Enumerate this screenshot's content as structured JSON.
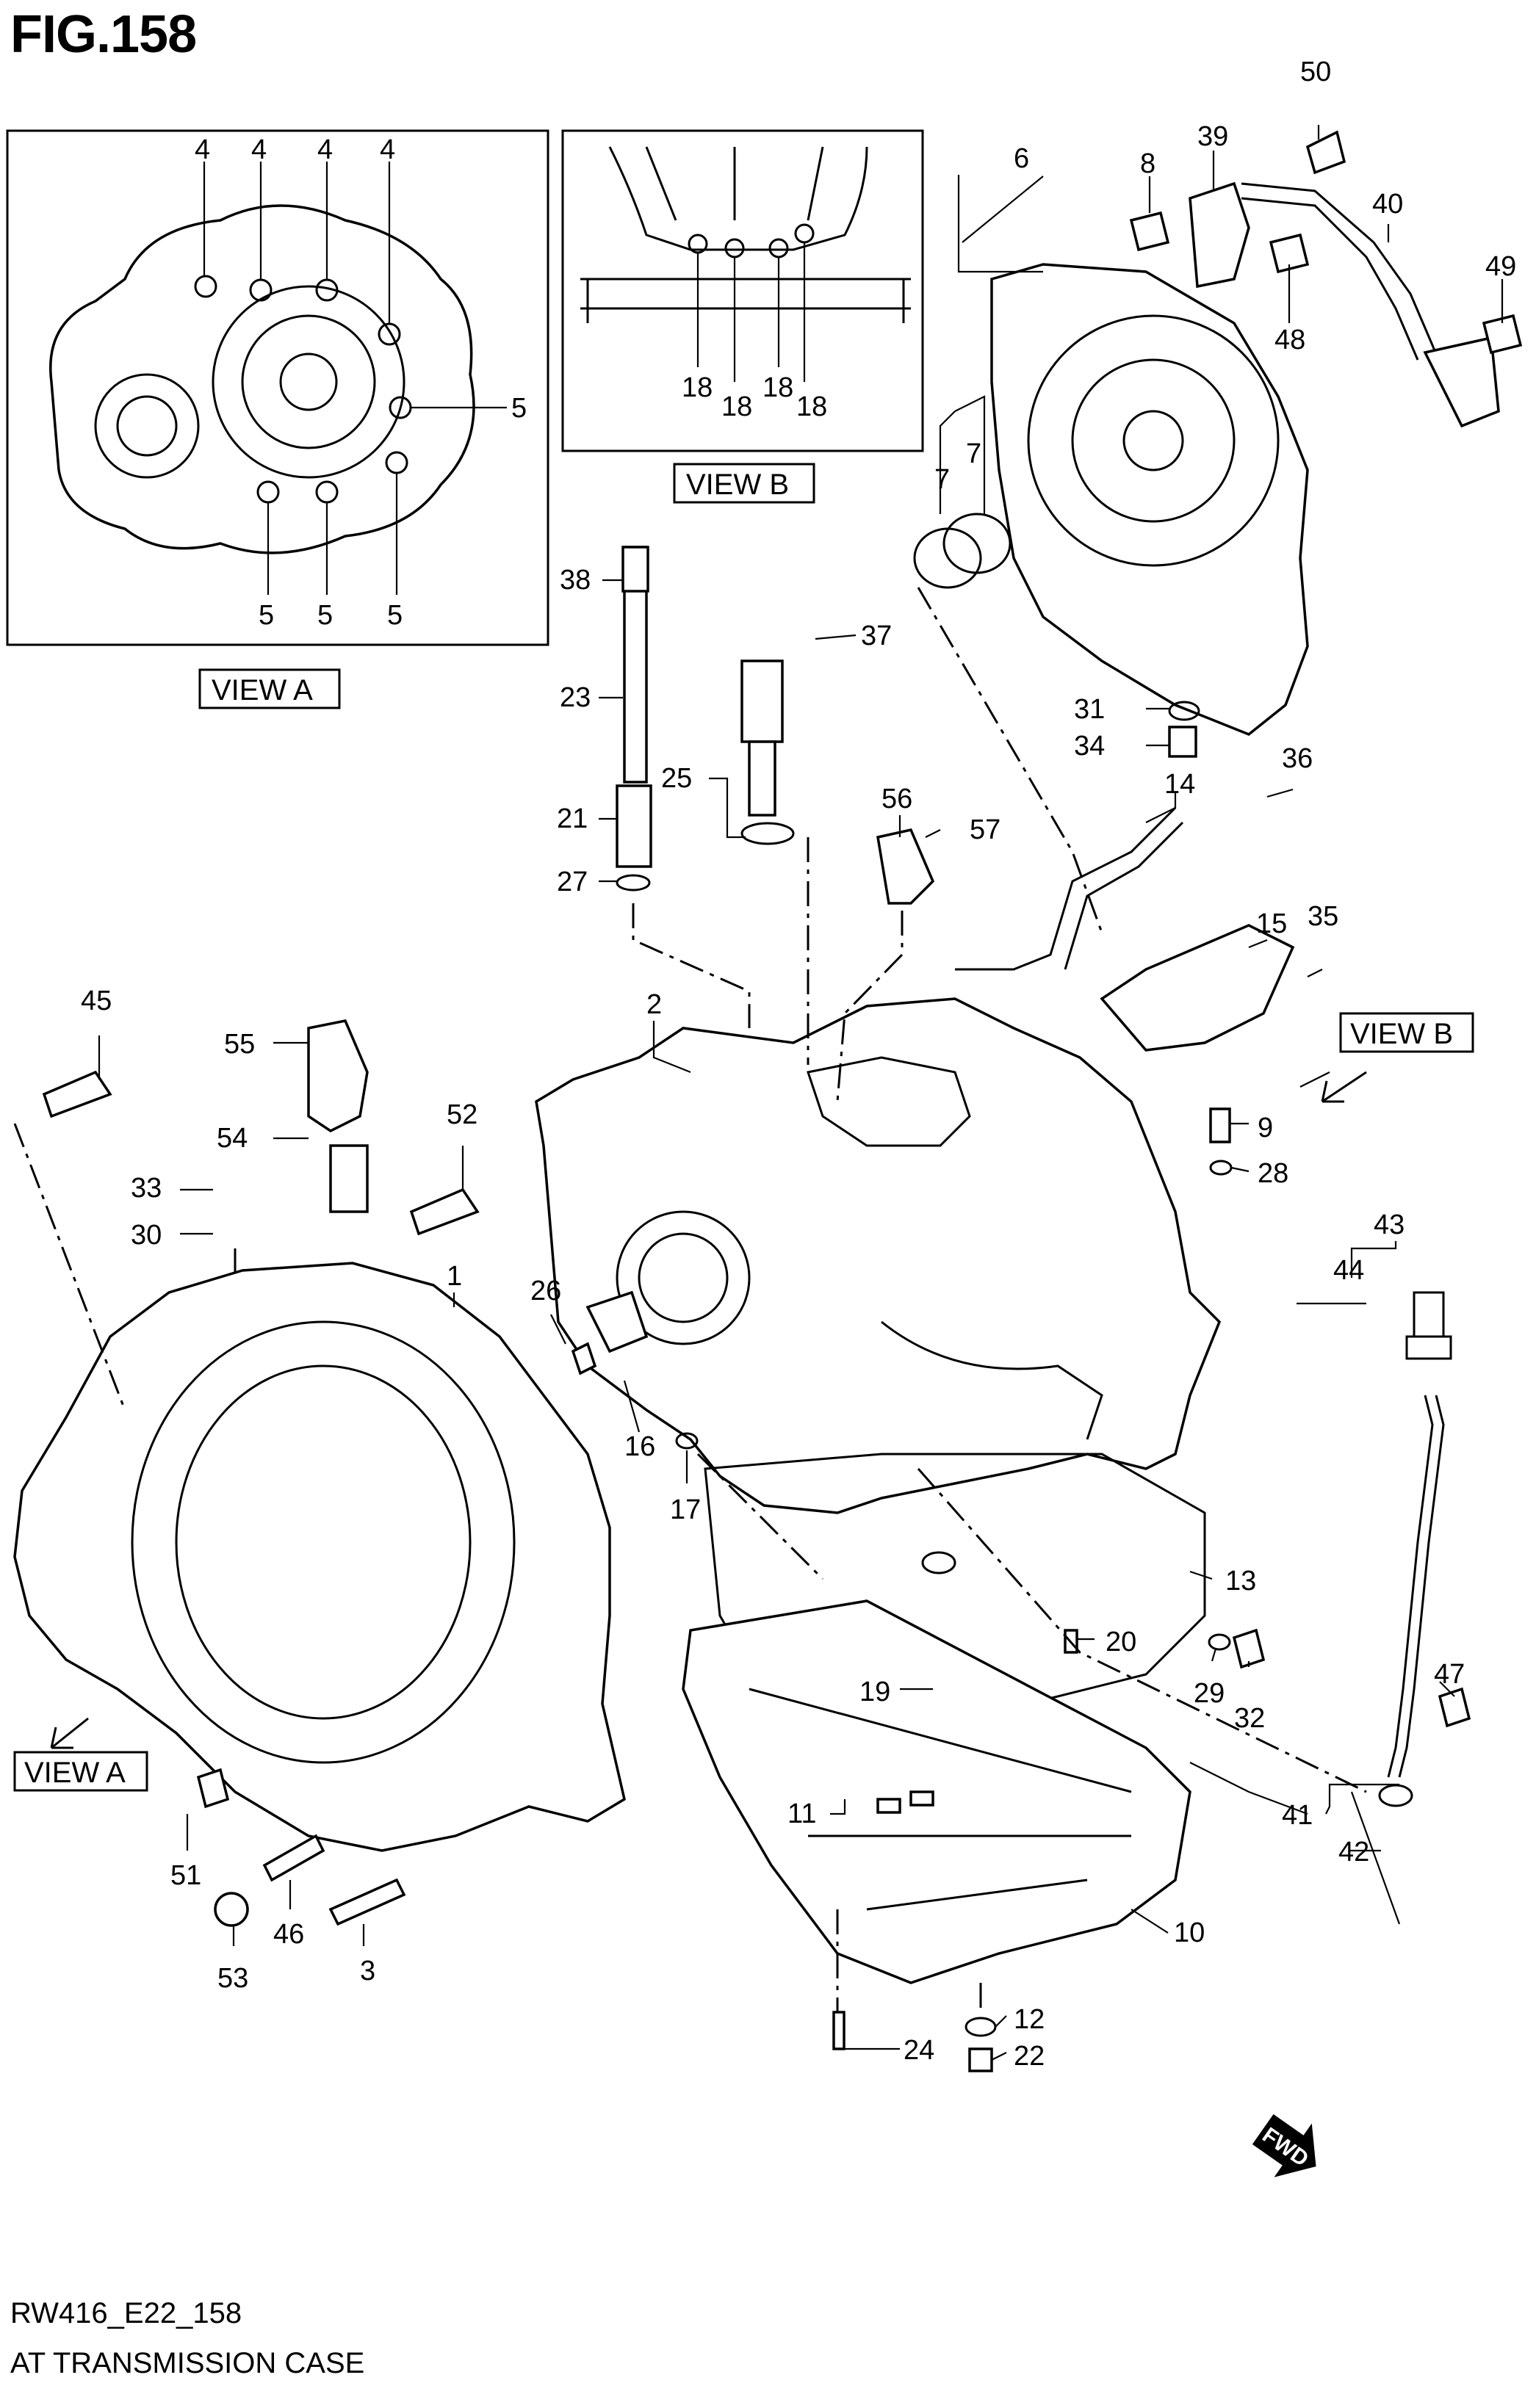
{
  "figure": {
    "title": "FIG.158",
    "code": "RW416_E22_158",
    "name": "AT TRANSMISSION CASE"
  },
  "views": {
    "view_a_inset": "VIEW A",
    "view_b_inset": "VIEW B",
    "view_a_pointer": "VIEW A",
    "view_b_pointer": "VIEW B"
  },
  "fwd_label": "FWD",
  "callouts": {
    "inset_a": [
      "4",
      "4",
      "4",
      "4",
      "5",
      "5",
      "5",
      "5"
    ],
    "inset_b": [
      "18",
      "18",
      "18",
      "18"
    ],
    "main": [
      "50",
      "6",
      "8",
      "39",
      "40",
      "49",
      "48",
      "7",
      "7",
      "38",
      "37",
      "23",
      "25",
      "21",
      "27",
      "31",
      "34",
      "36",
      "14",
      "56",
      "57",
      "15",
      "35",
      "45",
      "55",
      "2",
      "54",
      "52",
      "33",
      "30",
      "9",
      "28",
      "43",
      "44",
      "1",
      "26",
      "16",
      "17",
      "13",
      "20",
      "19",
      "29",
      "32",
      "47",
      "11",
      "41",
      "42",
      "51",
      "46",
      "53",
      "3",
      "10",
      "12",
      "24",
      "22"
    ]
  }
}
